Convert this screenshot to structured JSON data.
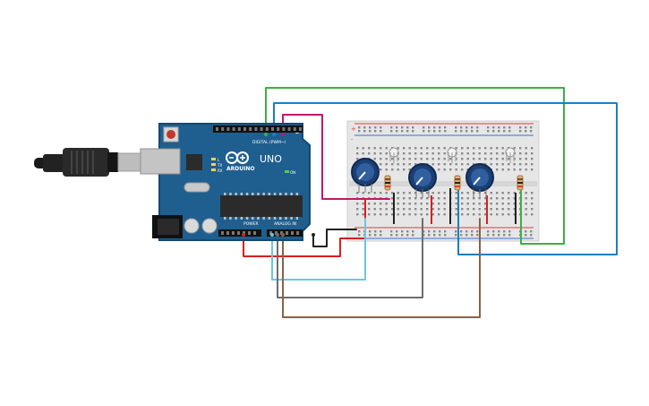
{
  "board": {
    "brand": "ARDUINO",
    "model": "UNO",
    "header_digital": "DIGITAL (PWM~)",
    "header_power": "POWER",
    "header_analog": "ANALOG IN",
    "led_tx": "TX",
    "led_rx": "RX",
    "led_l": "L",
    "led_on": "ON",
    "colors": {
      "pcb": "#1f5f8f",
      "pcb_edge": "#17496f",
      "usb": "#b8b8b8",
      "chip": "#2b2b2b"
    }
  },
  "breadboard": {
    "plus_label": "+",
    "minus_label": "-",
    "colors": {
      "body": "#e6e6e6",
      "rail_red": "#e23b3b",
      "rail_blue": "#3b6fd9"
    }
  },
  "components": [
    {
      "type": "potentiometer",
      "id": "pot-1"
    },
    {
      "type": "potentiometer",
      "id": "pot-2"
    },
    {
      "type": "potentiometer",
      "id": "pot-3"
    },
    {
      "type": "rgb-led",
      "id": "led-1"
    },
    {
      "type": "rgb-led",
      "id": "led-2"
    },
    {
      "type": "rgb-led",
      "id": "led-3"
    },
    {
      "type": "rgb-led",
      "id": "led-4"
    },
    {
      "type": "resistor",
      "id": "r-1"
    },
    {
      "type": "resistor",
      "id": "r-2"
    },
    {
      "type": "resistor",
      "id": "r-3"
    }
  ],
  "wires": [
    {
      "id": "wire-green",
      "color": "#3cb043"
    },
    {
      "id": "wire-blue",
      "color": "#1a7fc2"
    },
    {
      "id": "wire-magenta",
      "color": "#c2186b"
    },
    {
      "id": "wire-red",
      "color": "#d62020"
    },
    {
      "id": "wire-black",
      "color": "#222222"
    },
    {
      "id": "wire-cyan",
      "color": "#6cc6e0"
    },
    {
      "id": "wire-gray",
      "color": "#6d6d6d"
    },
    {
      "id": "wire-brown",
      "color": "#8a6244"
    }
  ]
}
